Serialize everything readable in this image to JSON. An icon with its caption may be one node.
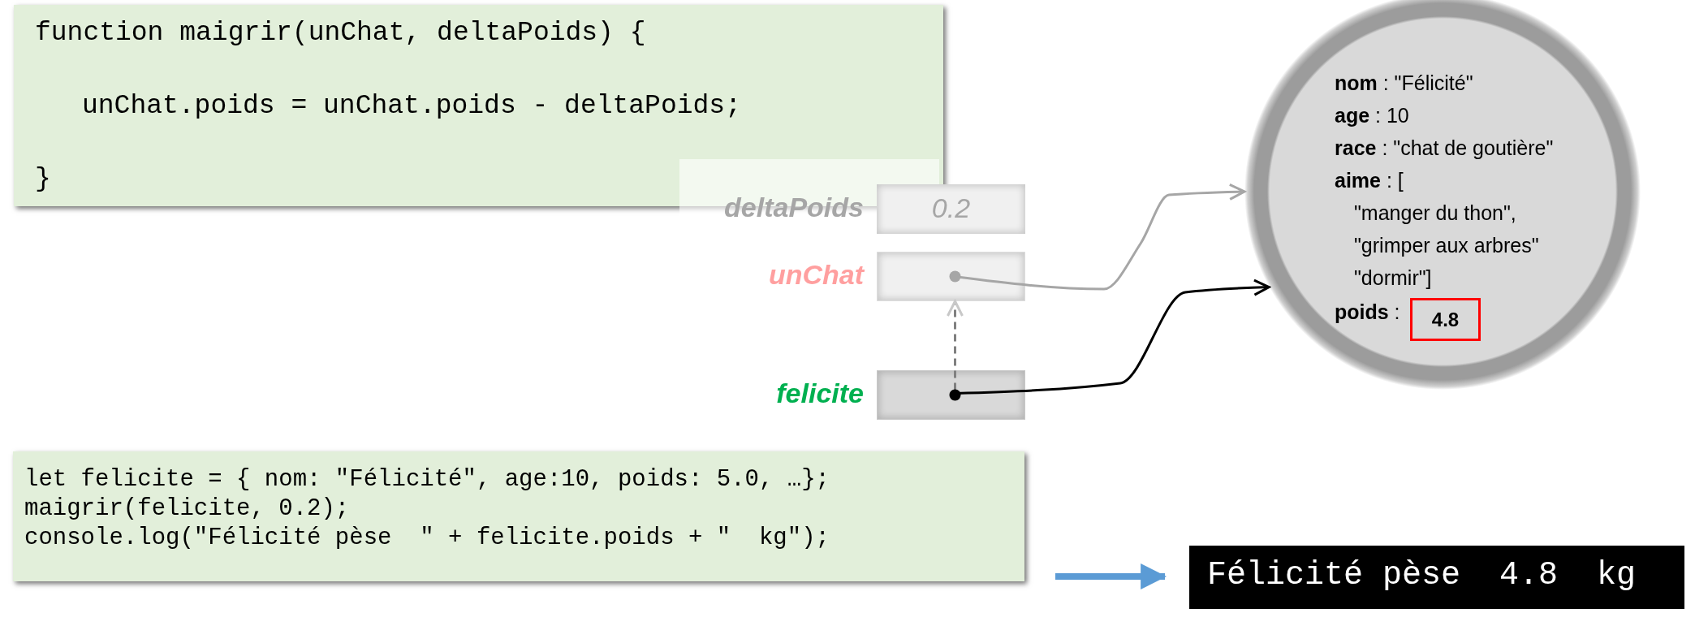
{
  "diagram": {
    "nodes": [
      {
        "text": [
          "function maigrir(unChat, deltaPoids) {",
          "unChat.poids = unChat.poids - deltaPoids;",
          "}"
        ]
      },
      {
        "text": [
          "0.2"
        ],
        "beside": [
          "deltaPoids"
        ]
      },
      {
        "text": [],
        "shape": "box",
        "beside": [
          "unChat"
        ]
      },
      {
        "text": [],
        "shape": "box",
        "beside": [
          "felicite"
        ]
      },
      {
        "text": [
          "**nom** : \"Félicité\"",
          "**age** : 10",
          "**race** : \"chat de goutière\"",
          "**aime** : [",
          "\"manger du thon\",",
          "\"grimper aux arbres\"",
          "\"dormir\"]",
          "**poids** :"
        ]
      },
      {
        "text": [
          "4.8"
        ],
        "in": 4
      },
      {
        "text": [
          "let felicite = { nom: \"Félicité\", age:10, poids: 5.0, …};",
          "maigrir(felicite, 0.2);",
          "console.log(\"Félicité pèse  \" + felicite.poids + \"  kg\");"
        ]
      },
      {
        "text": [
          "Félicité pèse  4.8  kg"
        ]
      }
    ],
    "edges": [
      {
        "from": 2,
        "to": 4,
        "arrow": "to",
        "color": "#a6a6a6"
      },
      {
        "from": 3,
        "to": 4,
        "arrow": "to",
        "color": "#000000"
      },
      {
        "from": 3,
        "to": 2,
        "arrow": "to",
        "style": "dashed",
        "color": "#808080"
      },
      {
        "from": 6,
        "to": 7,
        "arrow": "to",
        "style": "thick",
        "color": "#5b9bd5"
      }
    ]
  }
}
